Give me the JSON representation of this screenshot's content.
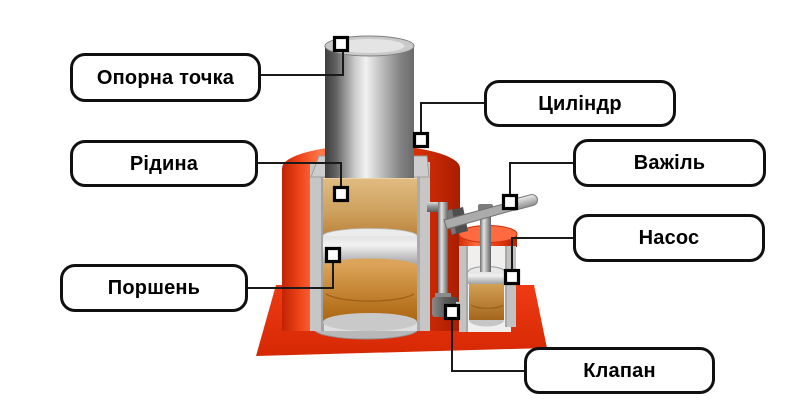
{
  "diagram": {
    "subject": "hydraulic-bottle-jack-cutaway",
    "background_color": "#ffffff",
    "leader_line_color": "#1a1a1a",
    "label_box": {
      "background": "#ffffff",
      "border": "#101010",
      "text_color": "#000000"
    },
    "marker": {
      "fill": "#ffffff",
      "border": "#000000"
    },
    "artwork_colors": {
      "body_red": "#ee3b12",
      "body_red_highlight": "#ff7a4e",
      "body_red_dark": "#a81e00",
      "base_red": "#e6330f",
      "metal_light": "#f1f1f1",
      "metal_mid": "#9c9c9c",
      "metal_dark": "#3e3e3e",
      "fluid_tan": "#cda05c",
      "fluid_bronze": "#b4701c",
      "inner_wall_gray": "#c6c6c6"
    },
    "labels": [
      {
        "id": "support-point",
        "text": "Опорна точка"
      },
      {
        "id": "cylinder",
        "text": "Циліндр"
      },
      {
        "id": "fluid",
        "text": "Рідина"
      },
      {
        "id": "lever",
        "text": "Важіль"
      },
      {
        "id": "pump",
        "text": "Насос"
      },
      {
        "id": "piston",
        "text": "Поршень"
      },
      {
        "id": "valve",
        "text": "Клапан"
      }
    ]
  }
}
